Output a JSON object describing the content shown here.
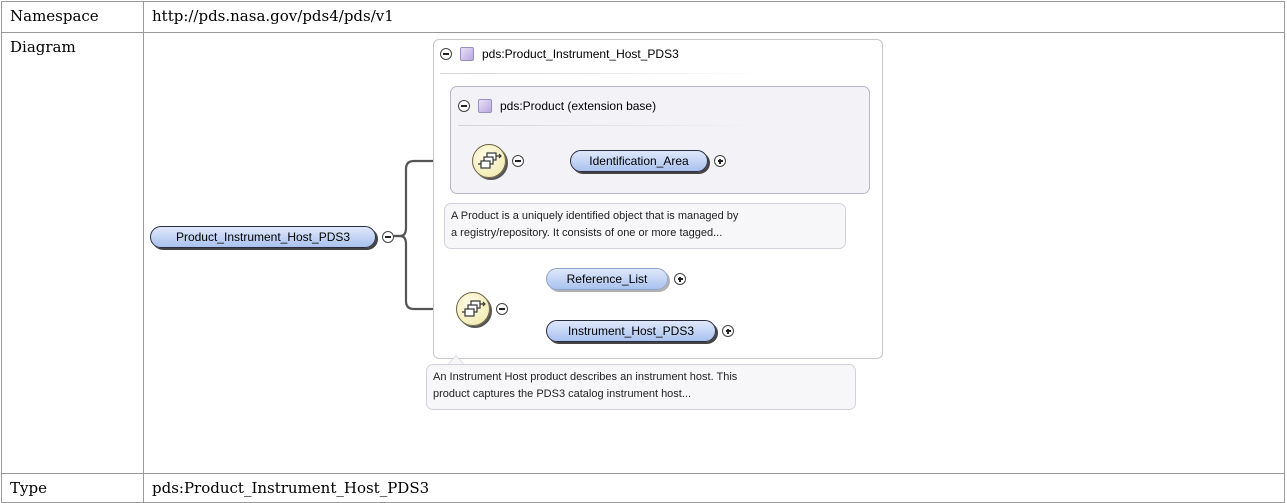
{
  "rows": {
    "namespace": {
      "label": "Namespace",
      "value": "http://pds.nasa.gov/pds4/pds/v1"
    },
    "diagram": {
      "label": "Diagram"
    },
    "type": {
      "label": "Type",
      "value": "pds:Product_Instrument_Host_PDS3"
    }
  },
  "diagram": {
    "root_element": "Product_Instrument_Host_PDS3",
    "type_title": "pds:Product_Instrument_Host_PDS3",
    "extension_title": "pds:Product (extension base)",
    "elements": {
      "identification_area": "Identification_Area",
      "reference_list": "Reference_List",
      "instrument_host_pds3": "Instrument_Host_PDS3"
    },
    "notes": {
      "product": [
        "A Product is a uniquely identified object that is managed by",
        "a registry/repository. It consists of one or more tagged..."
      ],
      "instrument_host": [
        "An Instrument Host product describes an instrument host. This",
        "product captures the PDS3 catalog instrument host..."
      ]
    },
    "icons": {
      "expand": "minus-circle-icon",
      "collapse": "plus-circle-icon",
      "complex_type": "complex-type-icon",
      "sequence": "sequence-compositor-icon"
    }
  }
}
